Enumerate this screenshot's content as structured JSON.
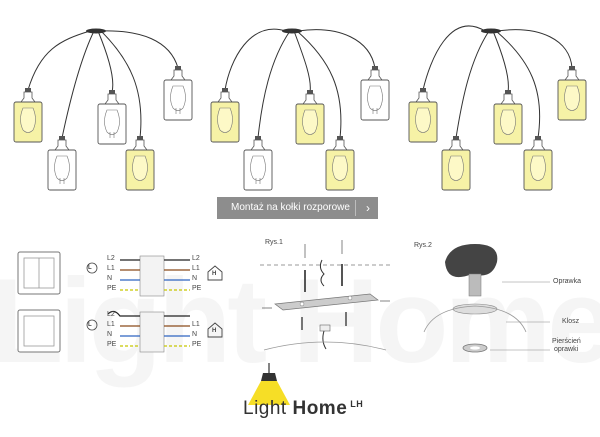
{
  "watermark": "Light Home",
  "button": {
    "label": "Montaż na kołki rozporowe",
    "icon": "chevron-right-icon"
  },
  "wiring": {
    "rows": [
      "L2",
      "L1",
      "N",
      "PE"
    ],
    "bulb_label": "L",
    "house_label": "H"
  },
  "mount": {
    "figure_label": "Rys.1"
  },
  "fixture": {
    "figure_label": "Rys.2",
    "labels": {
      "oprawka": "Oprawka",
      "klosz": "Klosz",
      "piersc1": "Pierścień",
      "piersc2": "oprawki"
    }
  },
  "logo": {
    "light": "Light",
    "home": "Home",
    "lh": "LH"
  },
  "colors": {
    "bulb_glow": "#f6f2a6",
    "button_bg": "#8d8d8d",
    "logo_light": "#f5d800"
  }
}
